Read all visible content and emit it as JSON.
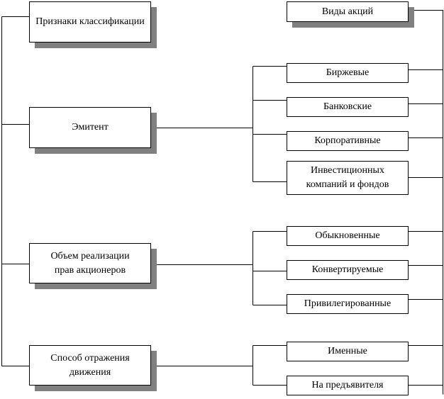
{
  "left": [
    {
      "id": "criteria",
      "label": "Признаки классификации"
    },
    {
      "id": "issuer",
      "label": "Эмитент"
    },
    {
      "id": "rights",
      "label": "Объем реализации прав акционеров"
    },
    {
      "id": "movement",
      "label": "Способ отражения движения"
    }
  ],
  "types_header": "Виды акций",
  "right": [
    "Биржевые",
    "Банковские",
    "Корпоративные",
    "Инвестиционных компаний и фондов",
    "Обыкновенные",
    "Конвертируемые",
    "Привилегированные",
    "Именные",
    "На предъявителя"
  ]
}
